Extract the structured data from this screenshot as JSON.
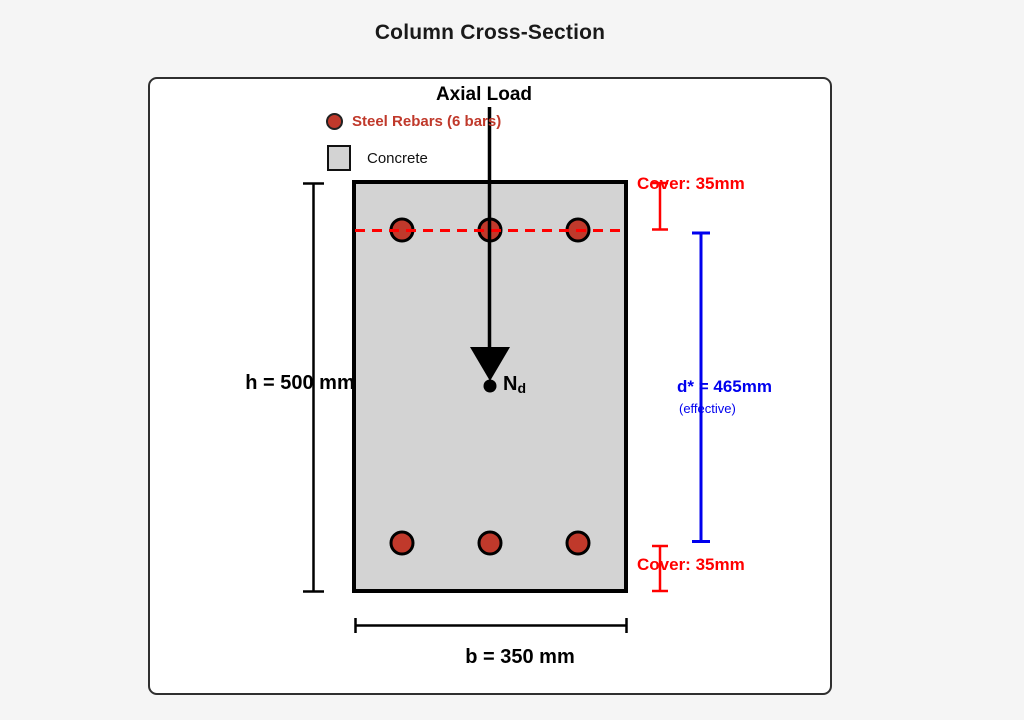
{
  "title": "Column Cross-Section",
  "diagram": {
    "axial_load_label": "Axial Load",
    "load_symbol": "N",
    "load_symbol_sub": "d",
    "rebar_count": 6,
    "legend": {
      "rebar_label": "Steel Rebars (6 bars)",
      "concrete_label": "Concrete"
    },
    "dimensions": {
      "height_label": "h = 500 mm",
      "width_label": "b = 350 mm",
      "cover_top_label": "Cover: 35mm",
      "cover_bottom_label": "Cover: 35mm",
      "effective_depth_label": "d* = 465mm",
      "effective_depth_note": "(effective)"
    }
  },
  "colors": {
    "page_bg": "#f5f5f5",
    "panel_bg": "#ffffff",
    "panel_border": "#2f2f2f",
    "title_text": "#1a1a1a",
    "outline": "#000000",
    "concrete_fill": "#d3d3d3",
    "rebar_fill": "#c0392b",
    "legend_red": "#c0392b",
    "cover_red": "#ff0000",
    "depth_blue": "#0000ee"
  }
}
